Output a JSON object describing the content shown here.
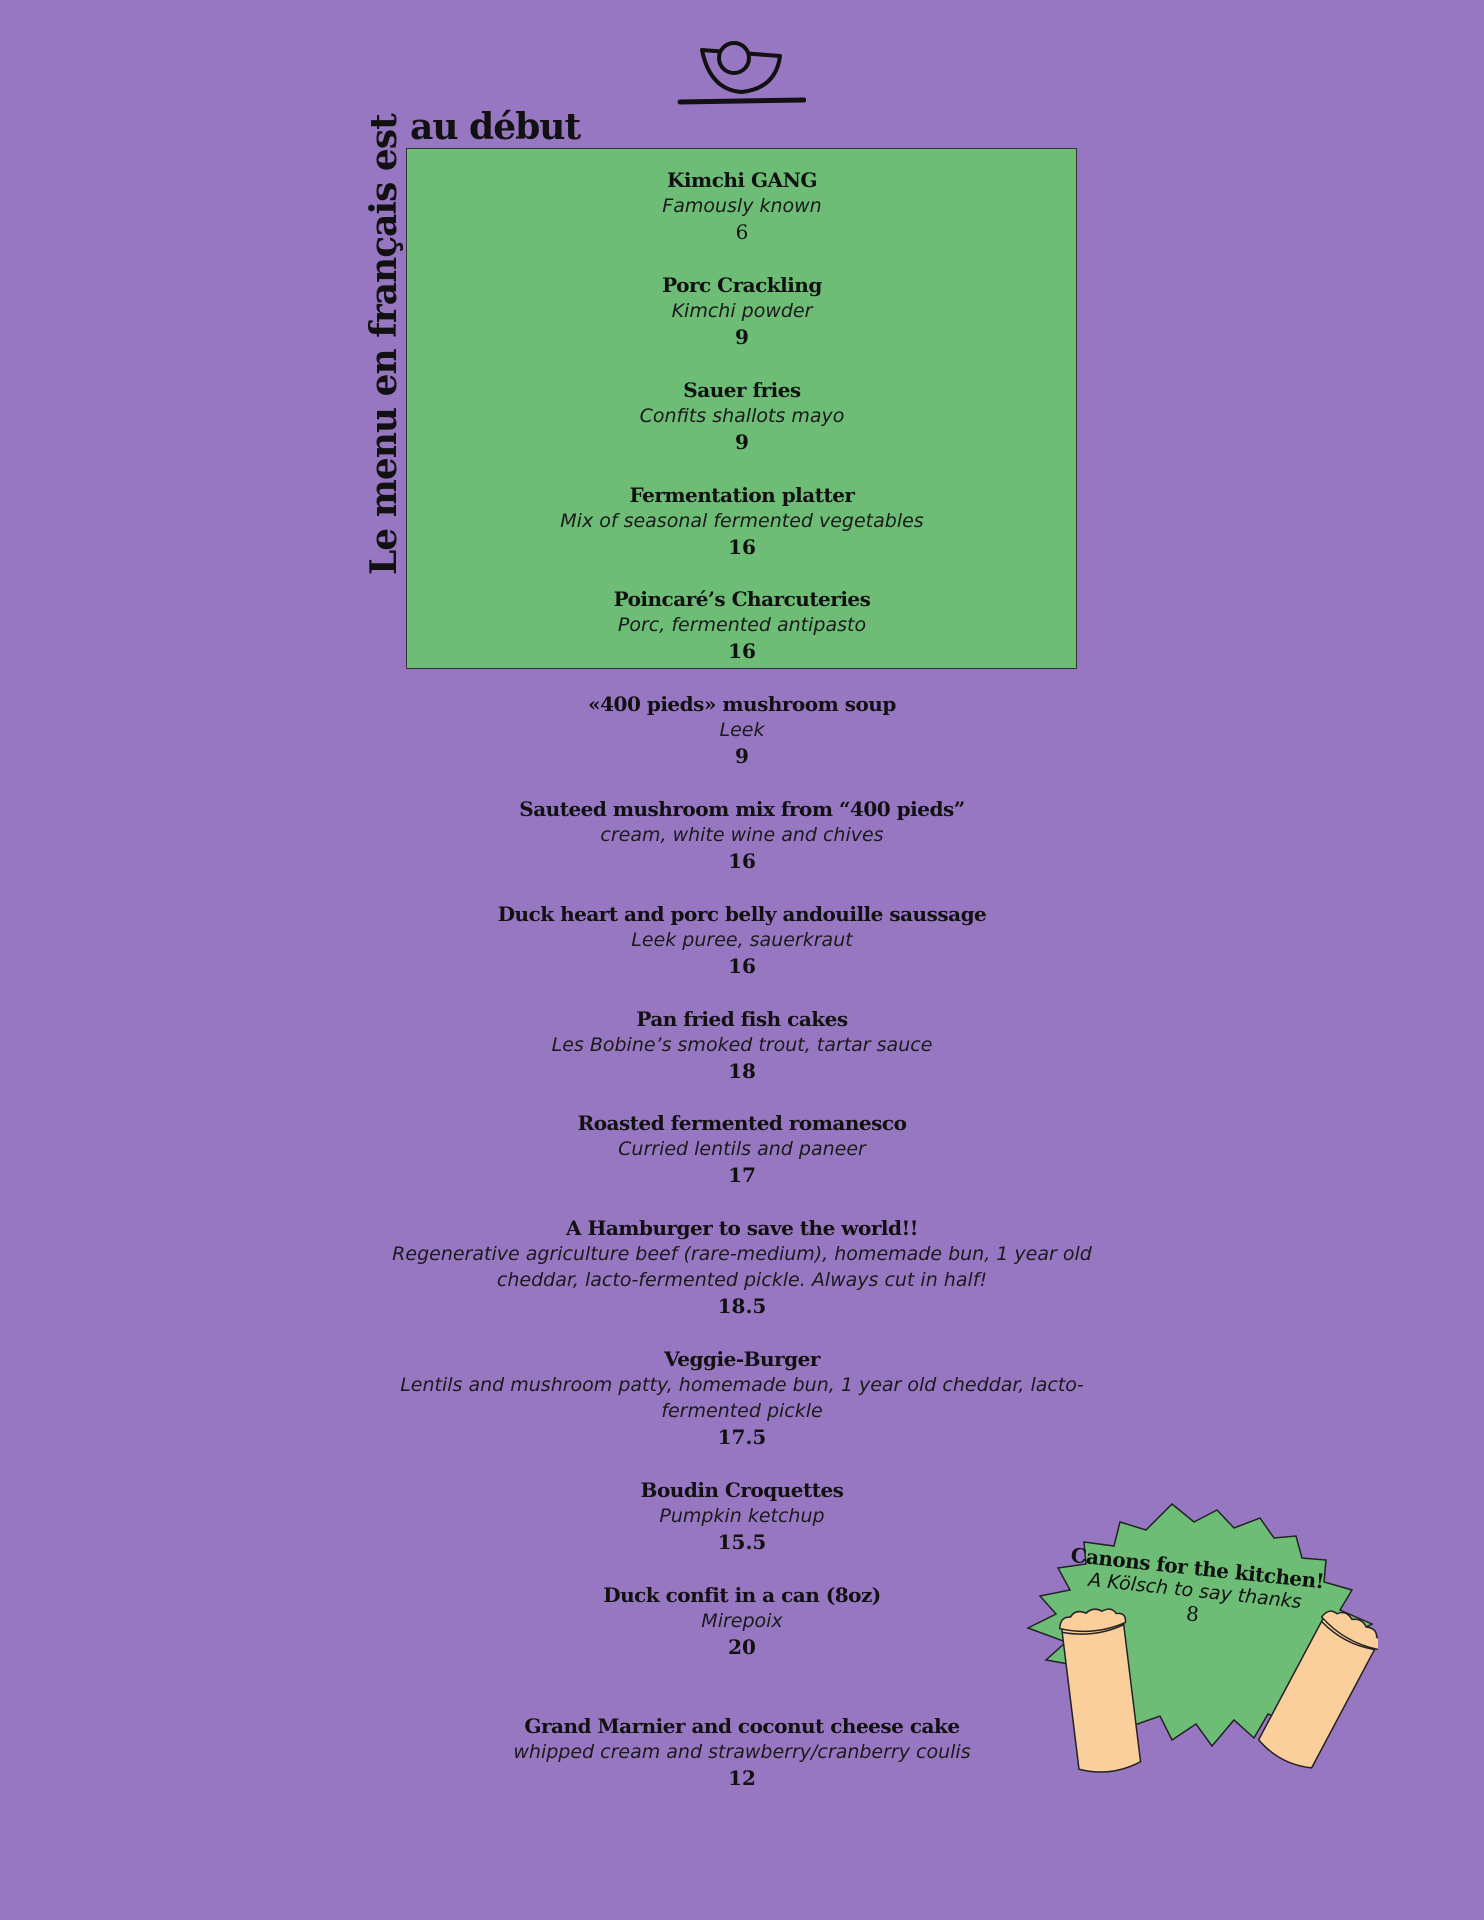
{
  "section": {
    "title": "au début",
    "side_title": "Le menu en français est"
  },
  "boxed_items": [
    {
      "name": "Kimchi GANG",
      "desc": "Famously known",
      "price": "6"
    },
    {
      "name": "Porc Crackling",
      "desc": "Kimchi powder",
      "price": "9"
    },
    {
      "name": "Sauer fries",
      "desc": "Confits shallots mayo",
      "price": "9"
    },
    {
      "name": "Fermentation platter",
      "desc": "Mix of seasonal fermented vegetables",
      "price": "16"
    },
    {
      "name": "Poincaré’s Charcuteries",
      "desc": "Porc, fermented antipasto",
      "price": "16"
    }
  ],
  "items": [
    {
      "name": "«400 pieds» mushroom soup",
      "desc": "Leek",
      "price": "9"
    },
    {
      "name": "Sauteed mushroom mix from “400 pieds”",
      "desc": "cream, white wine and chives",
      "price": "16"
    },
    {
      "name": "Duck heart and porc belly andouille saussage",
      "desc": "Leek puree, sauerkraut",
      "price": "16"
    },
    {
      "name": "Pan fried fish cakes",
      "desc": "Les Bobine’s smoked trout, tartar sauce",
      "price": "18"
    },
    {
      "name": "Roasted fermented romanesco",
      "desc": "Curried lentils and paneer",
      "price": "17"
    },
    {
      "name": "A Hamburger to save the world!!",
      "desc": "Regenerative agriculture beef (rare-medium), homemade bun, 1 year old cheddar, lacto-fermented pickle. Always cut in half!",
      "price": "18.5"
    },
    {
      "name": "Veggie-Burger",
      "desc": "Lentils and mushroom patty, homemade bun, 1 year old cheddar, lacto-fermented pickle",
      "price": "17.5"
    },
    {
      "name": "Boudin Croquettes",
      "desc": "Pumpkin ketchup",
      "price": "15.5"
    },
    {
      "name": "Duck confit in a can (8oz)",
      "desc": "Mirepoix",
      "price": "20"
    },
    {
      "name": "Grand Marnier and coconut cheese cake",
      "desc": "whipped cream and strawberry/cranberry coulis",
      "price": "12"
    }
  ],
  "promo": {
    "name": "Canons for the kitchen!",
    "desc": "A Kölsch to say thanks",
    "price": "8"
  },
  "colors": {
    "background": "#9877c2",
    "box": "#6dbd77",
    "can": "#fbcf9c"
  },
  "icons": [
    "bowl-logo-icon",
    "starburst-badge",
    "beer-can-icon"
  ]
}
